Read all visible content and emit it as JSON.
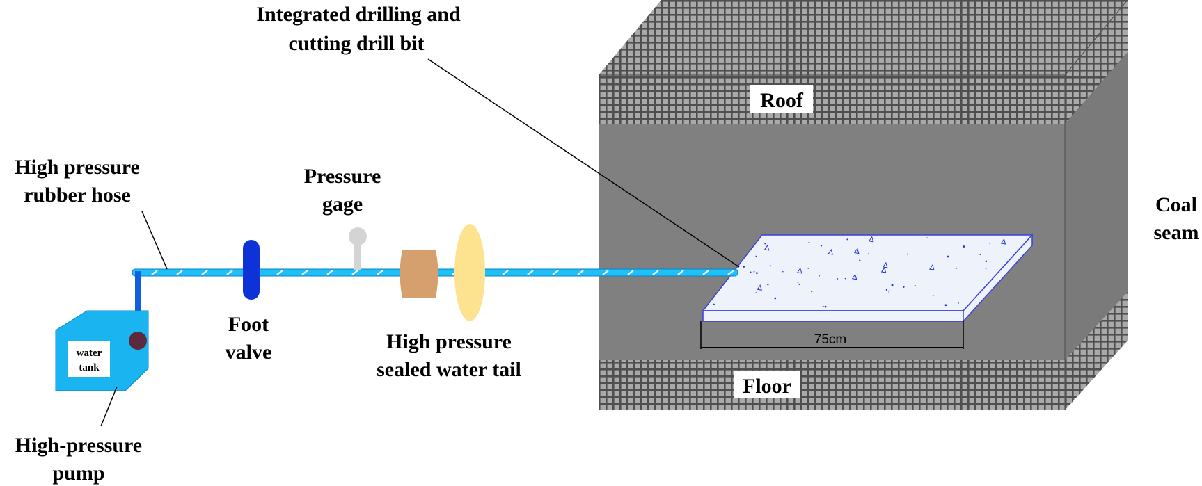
{
  "labels": {
    "drill_bit": [
      "Integrated drilling and",
      "cutting drill bit"
    ],
    "rubber_hose": [
      "High pressure",
      "rubber hose"
    ],
    "pressure_gage": [
      "Pressure",
      "gage"
    ],
    "foot_valve": [
      "Foot",
      "valve"
    ],
    "water_tail": [
      "High pressure",
      "sealed water tail"
    ],
    "pump": [
      "High-pressure",
      "pump"
    ],
    "water_tank": [
      "water",
      "tank"
    ],
    "roof": "Roof",
    "floor": "Floor",
    "coal_seam": [
      "Coal",
      "seam"
    ],
    "dimension": "75cm"
  },
  "colors": {
    "rock_fill": "#a9a9a9",
    "rock_grid": "#4f4f4f",
    "coal_front": "#808080",
    "coal_side": "#7a7a7a",
    "pipe": "#1ec0f5",
    "pipe_stripe": "#ffffff",
    "water_tank": "#1ab4f0",
    "riser_pipe": "#0f5fe0",
    "foot_valve": "#0c32d8",
    "pump_knob": "#5c2a3c",
    "gage": "#d4d4d4",
    "seal_ring": "#d6a06e",
    "seal_disk": "#fde38f",
    "slab_fill": "#eef2fa",
    "slab_edge": "#3a40d8",
    "slab_speck": "#2431d8"
  }
}
